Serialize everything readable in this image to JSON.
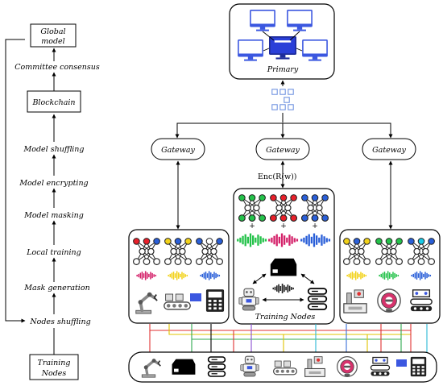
{
  "left_flow": {
    "boxes": [
      "Global model",
      "Blockchain",
      "Training Nodes"
    ],
    "steps": [
      "Committee consensus",
      "Model shuffling",
      "Model encrypting",
      "Model masking",
      "Local training",
      "Mask generation",
      "Nodes shuffling"
    ]
  },
  "primary_label": "Primary",
  "gateway_label": "Gateway",
  "enc_label": "Enc(R(w))",
  "center_group_label": "Training Nodes",
  "plus_sign": "+",
  "colors": {
    "red": "#e8202a",
    "yellow": "#f2d21a",
    "blue": "#2a5fd8",
    "cyan": "#19c9e6",
    "green": "#24c24a",
    "magenta": "#d4226a",
    "monitor": "#3b57e0",
    "link_red": "#e03131",
    "link_yellow": "#e0c400",
    "link_green": "#2fa84f",
    "link_blue": "#3a6fd8",
    "link_cyan": "#2bb8d6",
    "link_purple": "#8a4fd1"
  },
  "icons": [
    "monitor-icon",
    "robot-arm-icon",
    "server-box-icon",
    "server-rack-icon",
    "robot-icon",
    "conveyor-icon",
    "machine-icon",
    "vacuum-robot-icon",
    "agv-icon",
    "terminal-icon",
    "soundwave-icon",
    "neural-network-icon"
  ]
}
